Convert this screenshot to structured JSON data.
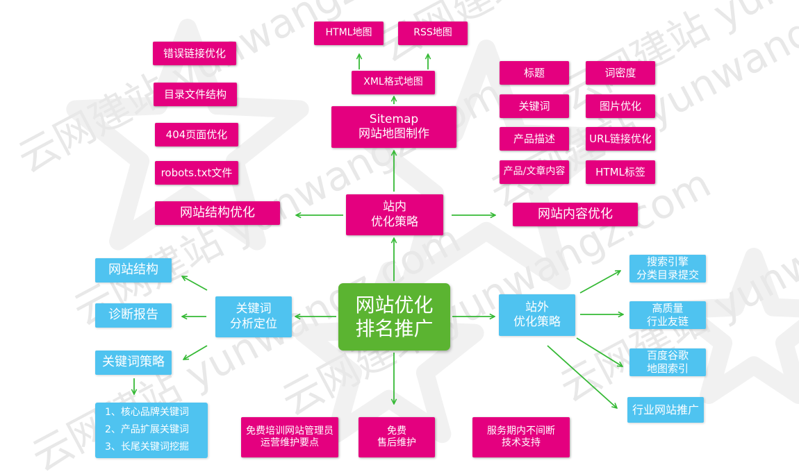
{
  "watermark": {
    "chars": [
      "云网建站",
      "yunwangz.com"
    ],
    "color": "#e8e8e8"
  },
  "colors": {
    "pink": "#e4007f",
    "blue": "#4fc3f0",
    "green": "#5bb431",
    "arrow": "#35b935"
  },
  "center": {
    "text": "网站优化\n排名推广"
  },
  "onsite": {
    "hub": "站内\n优化策略",
    "structure": {
      "title": "网站结构优化",
      "items": [
        "错误链接优化",
        "目录文件结构",
        "404页面优化",
        "robots.txt文件"
      ]
    },
    "content": {
      "title": "网站内容优化",
      "items": [
        "标题",
        "词密度",
        "关键词",
        "图片优化",
        "产品描述",
        "URL链接优化",
        "产品/文章内容",
        "HTML标签"
      ]
    },
    "sitemap": {
      "main": "Sitemap\n网站地图制作",
      "xml": "XML格式地图",
      "html": "HTML地图",
      "rss": "RSS地图"
    }
  },
  "keyword": {
    "hub": "关键词\n分析定位",
    "items": [
      "网站结构",
      "诊断报告",
      "关键词策略"
    ],
    "list": [
      "1、核心品牌关键词",
      "2、产品扩展关键词",
      "3、长尾关键词挖掘"
    ]
  },
  "offsite": {
    "hub": "站外\n优化策略",
    "items": [
      "搜索引擎\n分类目录提交",
      "高质量\n行业友链",
      "百度谷歌\n地图索引",
      "行业网站推广"
    ]
  },
  "services": [
    "免费培训网站管理员\n运营维护要点",
    "免费\n售后维护",
    "服务期内不间断\n技术支持"
  ]
}
